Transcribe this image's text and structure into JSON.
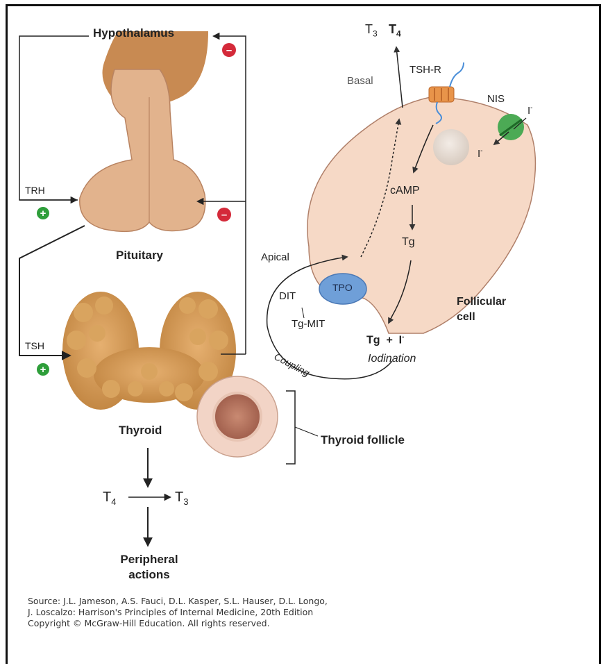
{
  "labels": {
    "hypothalamus": "Hypothalamus",
    "pituitary": "Pituitary",
    "thyroid": "Thyroid",
    "thyroid_follicle": "Thyroid follicle",
    "trh": "TRH",
    "tsh": "TSH",
    "t4": "T",
    "t4_sub": "4",
    "t3": "T",
    "t3_sub": "3",
    "peripheral_1": "Peripheral",
    "peripheral_2": "actions",
    "top_t3": "T",
    "top_t3_sub": "3",
    "top_t4": "T",
    "top_t4_sub": "4",
    "basal": "Basal",
    "tsh_r": "TSH-R",
    "nis": "NIS",
    "iodide_out": "I",
    "iodide_out_sup": "-",
    "iodide_in": "I",
    "iodide_in_sup": "-",
    "camp": "cAMP",
    "tg": "Tg",
    "apical": "Apical",
    "tpo": "TPO",
    "dit": "DIT",
    "tg_mit": "Tg-MIT",
    "tg_plus_i": "Tg  +  I",
    "tg_plus_i_sup": "-",
    "iodination": "Iodination",
    "coupling": "Coupling",
    "follicular_1": "Follicular",
    "follicular_2": "cell"
  },
  "signs": {
    "plus": "+",
    "minus": "–"
  },
  "source": {
    "line1": "Source: J.L. Jameson, A.S. Fauci, D.L. Kasper, S.L. Hauser, D.L. Longo,",
    "line2": "J. Loscalzo: Harrison's Principles of Internal Medicine, 20th Edition",
    "line3": "Copyright © McGraw-Hill Education. All rights reserved."
  },
  "colors": {
    "stimulate": "#2e9e3a",
    "inhibit": "#d42a3a",
    "tissue": "#e2b38d",
    "thyroid_gland": "#d59a4f",
    "cell": "#f6d9c6",
    "tpo": "#6f9fd8",
    "nis": "#4caa55"
  }
}
